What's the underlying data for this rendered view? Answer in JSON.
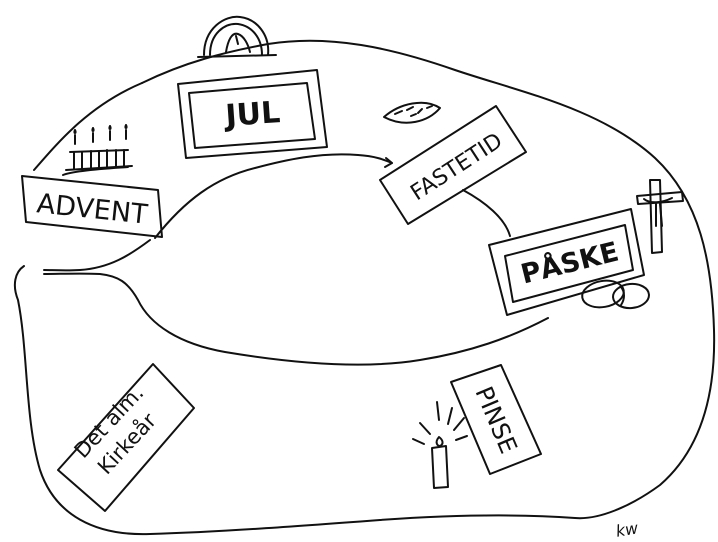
{
  "labels": {
    "jul": "JUL",
    "advent": "ADVENT",
    "fastetid": "FASTETID",
    "paaske": "PÅSKE",
    "pinse": "PINSE",
    "kirkeaar_line1": "Det alm.",
    "kirkeaar_line2": "Kirkeår"
  },
  "signature": "kw",
  "colors": {
    "ink": "#111111",
    "paper": "#ffffff"
  },
  "icons": [
    "advent-candles-icon",
    "nativity-icon",
    "palm-leaf-icon",
    "crucifix-icon",
    "easter-eggs-icon",
    "pentecost-candle-icon"
  ]
}
